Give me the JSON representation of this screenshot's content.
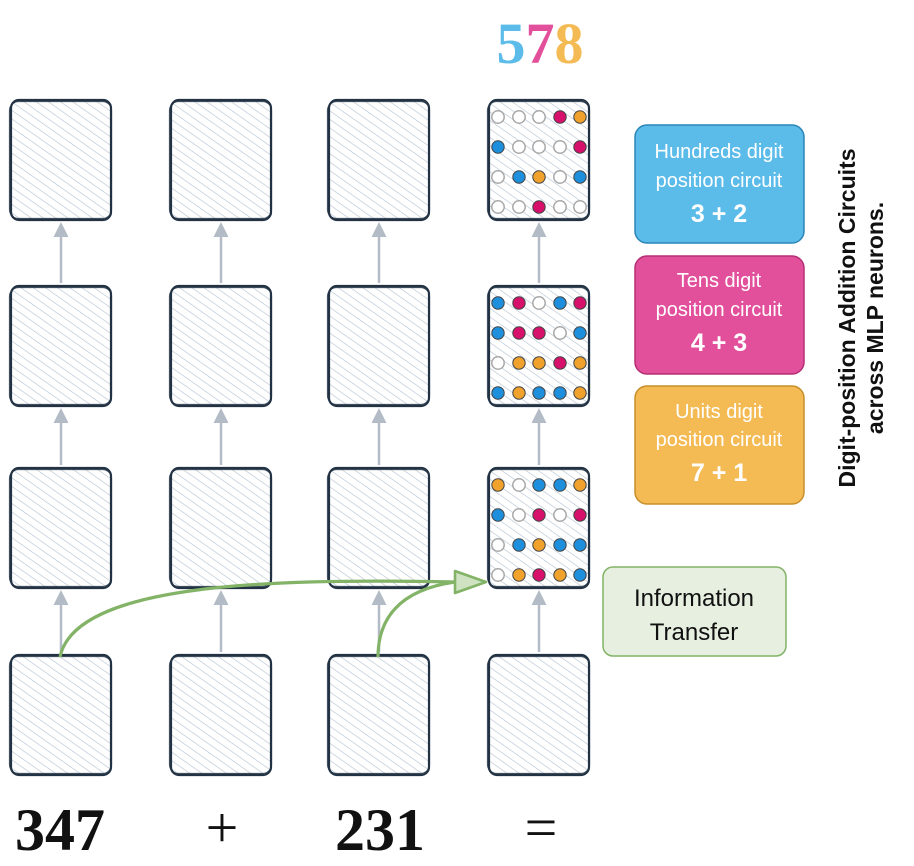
{
  "result": {
    "d1": "5",
    "d2": "7",
    "d3": "8"
  },
  "tokens": [
    "347",
    "+",
    "231",
    "="
  ],
  "circuits": [
    {
      "line1": "Hundreds digit",
      "line2": "position circuit",
      "expr": "3 + 2"
    },
    {
      "line1": "Tens digit",
      "line2": "position circuit",
      "expr": "4 + 3"
    },
    {
      "line1": "Units digit",
      "line2": "position circuit",
      "expr": "7 + 1"
    }
  ],
  "info_transfer": {
    "line1": "Information",
    "line2": "Transfer"
  },
  "side_title": {
    "line1": "Digit-position Addition Circuits",
    "line2": "across MLP neurons."
  },
  "colors": {
    "blue": "#1e8fdc",
    "pink": "#d6106b",
    "orange": "#f0a22c",
    "empty": "#dddddd",
    "box_stroke": "#223344",
    "hatch": "#b7c4d2",
    "arrow": "#b3bcc6",
    "green": "#82b366",
    "hundreds_fill": "#5bbbe9",
    "tens_fill": "#e2509c",
    "units_fill": "#f4bb55",
    "info_fill": "#e6efe0",
    "result_d1": "#5bbbe9",
    "result_d2": "#e2509c",
    "result_d3": "#f4bb55"
  },
  "neuron_grids": {
    "layer3": [
      [
        "e",
        "e",
        "e",
        "p",
        "o"
      ],
      [
        "b",
        "e",
        "e",
        "e",
        "p"
      ],
      [
        "e",
        "b",
        "o",
        "e",
        "b"
      ],
      [
        "e",
        "e",
        "p",
        "e",
        "e"
      ]
    ],
    "layer2": [
      [
        "b",
        "p",
        "e",
        "b",
        "p"
      ],
      [
        "b",
        "p",
        "p",
        "e",
        "b"
      ],
      [
        "e",
        "o",
        "o",
        "p",
        "o"
      ],
      [
        "b",
        "o",
        "b",
        "b",
        "o"
      ]
    ],
    "layer1": [
      [
        "o",
        "e",
        "b",
        "b",
        "o"
      ],
      [
        "b",
        "e",
        "p",
        "e",
        "p"
      ],
      [
        "e",
        "b",
        "o",
        "b",
        "b"
      ],
      [
        "e",
        "o",
        "p",
        "o",
        "b"
      ]
    ]
  }
}
